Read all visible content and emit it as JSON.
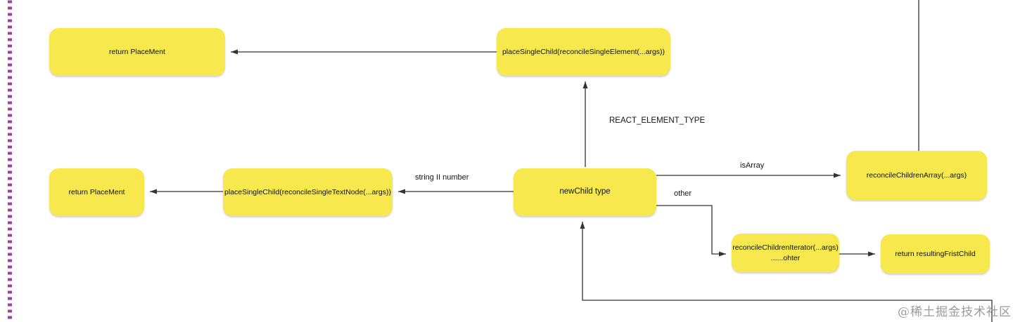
{
  "diagram": {
    "nodes": {
      "return_placement_top": "return PlaceMent",
      "place_single_element": "placeSingleChild(reconcileSingleElement(...args))",
      "return_placement_left": "return PlaceMent",
      "place_single_textnode": "placeSingleChild(reconcileSingleTextNode(...args))",
      "newchild_type": "newChild type",
      "reconcile_children_array": "reconcileChildrenArray(...args)",
      "reconcile_children_iterator_line1": "reconcileChildrenIterator(...args)",
      "reconcile_children_iterator_line2": "......ohter",
      "return_resulting_first_child": "return  resultingFristChild"
    },
    "edge_labels": {
      "react_element_type": "REACT_ELEMENT_TYPE",
      "string_or_number": "string II number",
      "is_array": "isArray",
      "other": "other"
    },
    "watermark": "@稀土掘金技术社区"
  },
  "colors": {
    "node_fill": "#f7e94d",
    "edge_line": "#333333",
    "marquee": "#9e3fa0",
    "watermark": "#9b9b9b"
  }
}
